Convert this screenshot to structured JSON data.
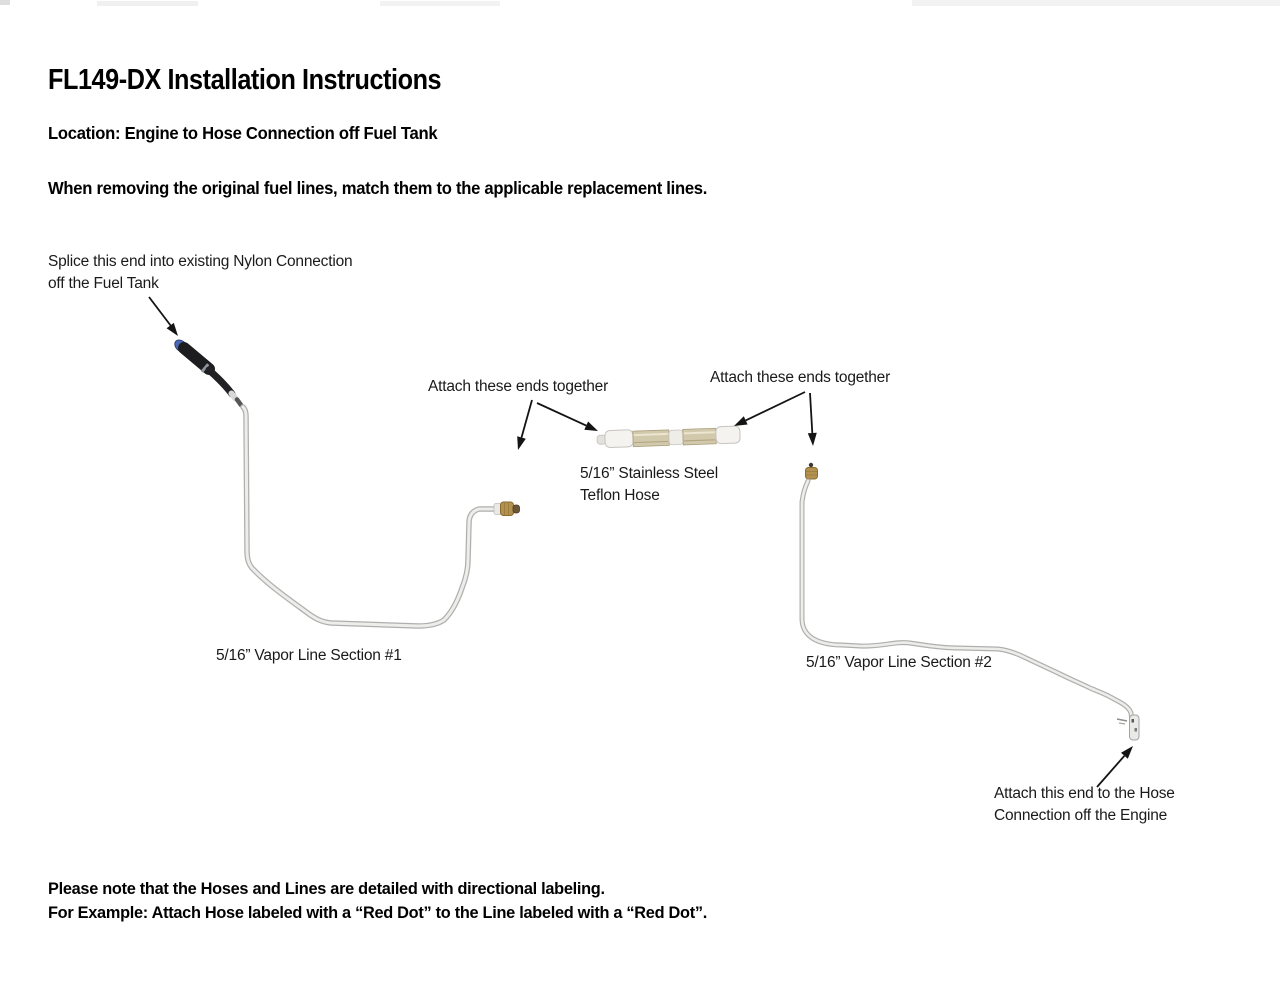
{
  "header": {
    "title": "FL149-DX Installation Instructions",
    "location": "Location: Engine to Hose Connection off Fuel Tank",
    "instruction": "When removing the original fuel lines, match them to the applicable replacement lines."
  },
  "diagram": {
    "splice_label_line1": "Splice this end into existing Nylon Connection",
    "splice_label_line2": "off the Fuel Tank",
    "attach_left_label": "Attach these ends together",
    "attach_right_label": "Attach these ends together",
    "steel_hose_label_line1": "5/16” Stainless Steel",
    "steel_hose_label_line2": "Teflon Hose",
    "vapor_line1_label": "5/16” Vapor Line Section #1",
    "vapor_line2_label": "5/16” Vapor Line Section #2",
    "engine_label_line1": "Attach this end to the Hose",
    "engine_label_line2": "Connection off the Engine"
  },
  "footer": {
    "note_line1": "Please note that the Hoses and Lines are detailed with directional labeling.",
    "note_line2": "For Example: Attach Hose labeled with a “Red Dot” to the Line labeled with a “Red Dot”."
  },
  "colors": {
    "text": "#1a1a1a",
    "nylon_tip_blue": "#4a68b8",
    "rubber_hose_black": "#1d1d1f",
    "brass_fitting": "#b3924f",
    "tube_outline": "#afafad",
    "tube_fill": "#ededeb",
    "braid_tan": "#d2c9ad"
  }
}
